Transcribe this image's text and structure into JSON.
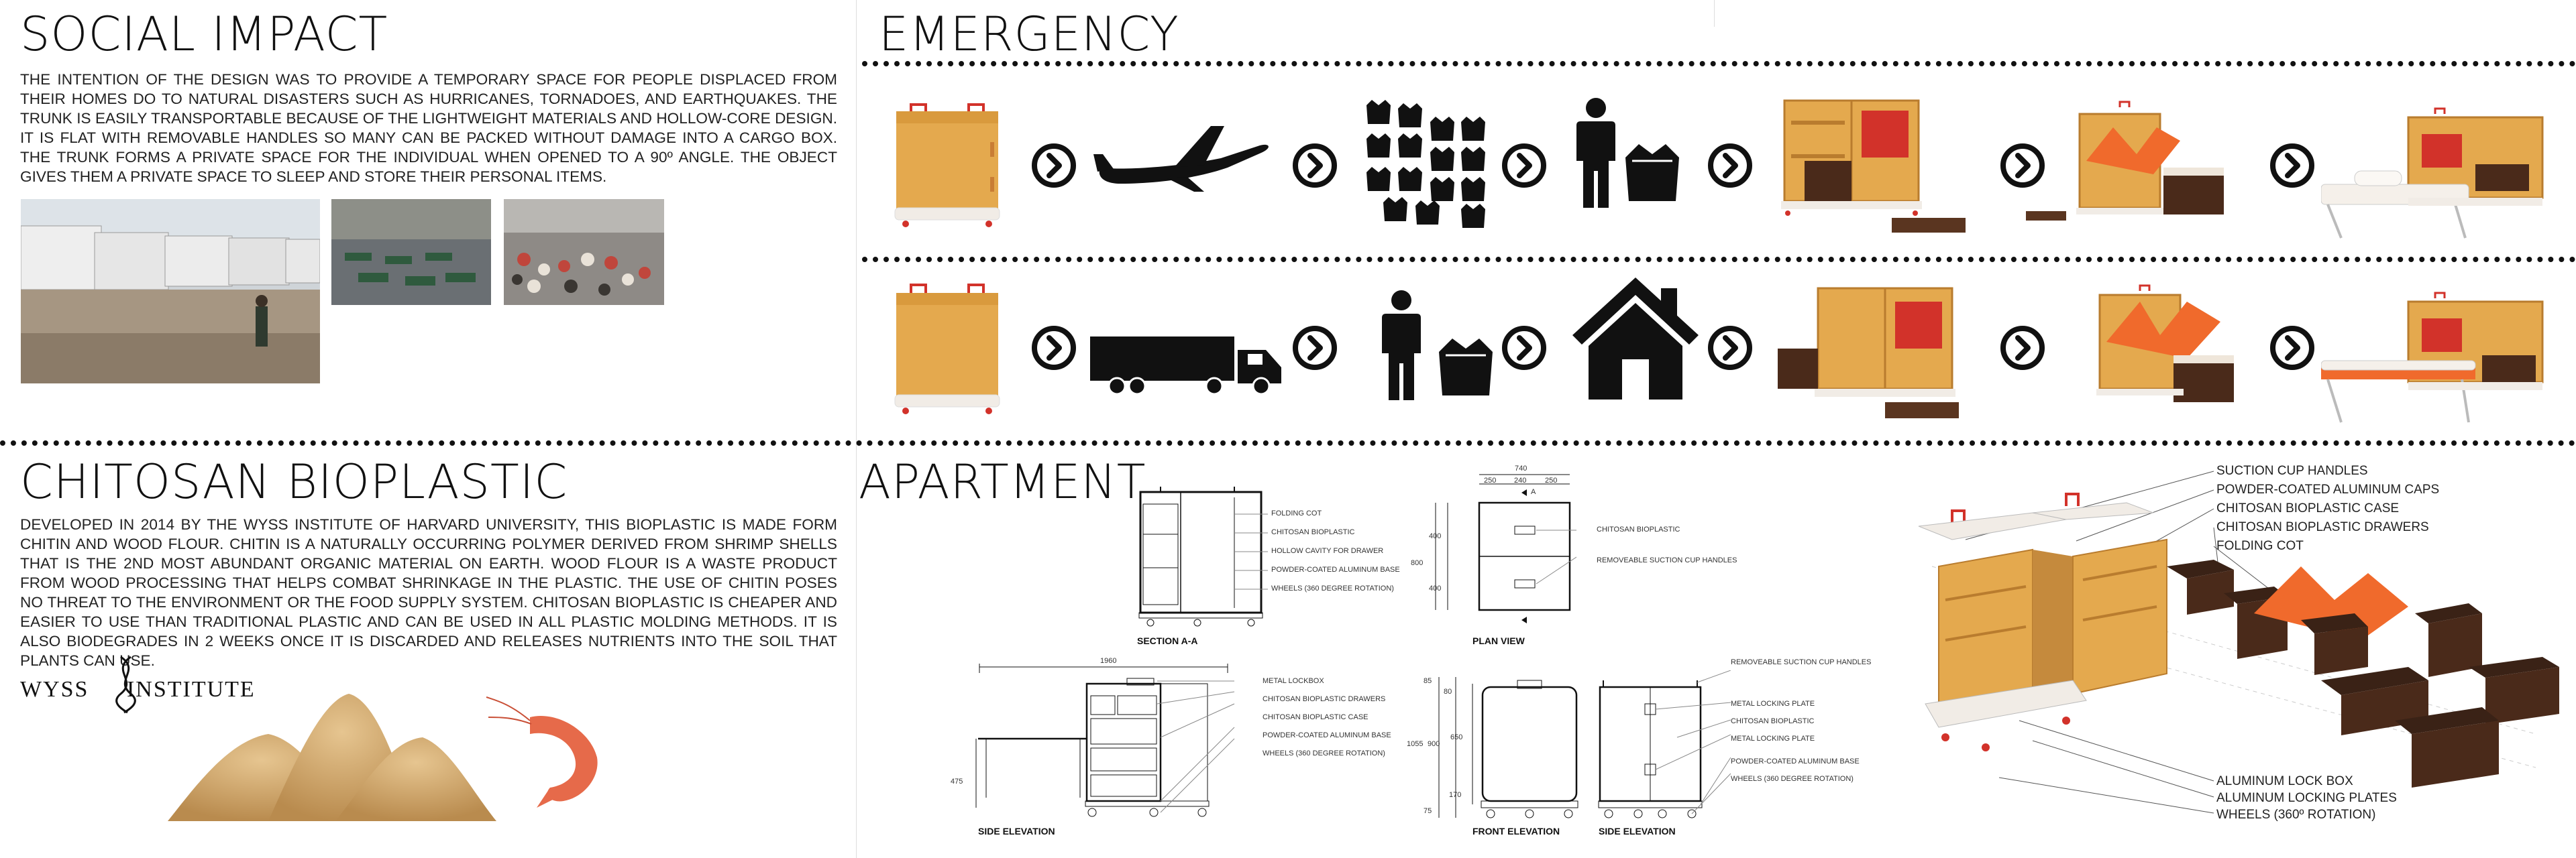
{
  "social_impact": {
    "heading": "SOCIAL IMPACT",
    "body": "THE INTENTION OF THE DESIGN WAS TO PROVIDE A TEMPORARY SPACE FOR PEOPLE DISPLACED FROM THEIR HOMES DO TO NATURAL DISASTERS SUCH AS HURRICANES, TORNADOES, AND EARTHQUAKES. THE TRUNK IS EASILY TRANSPORTABLE BECAUSE OF THE LIGHTWEIGHT MATERIALS AND HOLLOW-CORE DESIGN. IT IS FLAT WITH REMOVABLE HANDLES SO MANY CAN BE PACKED WITHOUT DAMAGE INTO A CARGO BOX. THE TRUNK FORMS A PRIVATE SPACE FOR THE INDIVIDUAL WHEN OPENED TO A 90º ANGLE. THE OBJECT GIVES THEM A PRIVATE SPACE TO SLEEP AND STORE THEIR PERSONAL ITEMS."
  },
  "emergency": {
    "heading": "EMERGENCY"
  },
  "chitosan": {
    "heading": "CHITOSAN BIOPLASTIC",
    "body": "DEVELOPED IN 2014 BY THE WYSS INSTITUTE OF HARVARD UNIVERSITY, THIS BIOPLASTIC IS MADE FORM CHITIN AND WOOD FLOUR. CHITIN IS A NATURALLY OCCURRING POLYMER DERIVED FROM SHRIMP SHELLS THAT IS THE 2ND MOST ABUNDANT ORGANIC MATERIAL ON EARTH. WOOD FLOUR IS A WASTE PRODUCT FROM WOOD PROCESSING THAT HELPS COMBAT SHRINKAGE IN THE PLASTIC. THE USE OF CHITIN POSES NO THREAT TO THE ENVIRONMENT OR THE FOOD SUPPLY SYSTEM. CHITOSAN BIOPLASTIC IS CHEAPER AND EASIER TO USE THAN TRADITIONAL PLASTIC AND CAN BE USED IN ALL PLASTIC MOLDING METHODS. IT IS ALSO BIODEGRADES IN 2 WEEKS ONCE IT IS DISCARDED AND RELEASES NUTRIENTS INTO THE SOIL THAT PLANTS CAN USE.",
    "logo_text": "WYSS INSTITUTE"
  },
  "apartment": {
    "heading": "APARTMENT",
    "section_callouts": [
      "FOLDING COT",
      "CHITOSAN BIOPLASTIC",
      "HOLLOW CAVITY FOR DRAWER",
      "POWDER-COATED ALUMINUM BASE",
      "WHEELS (360 DEGREE ROTATION)"
    ],
    "plan_callouts": [
      "CHITOSAN BIOPLASTIC",
      "REMOVEABLE SUCTION CUP HANDLES"
    ],
    "side_callouts": [
      "METAL LOCKBOX",
      "CHITOSAN BIOPLASTIC DRAWERS",
      "CHITOSAN BIOPLASTIC CASE",
      "POWDER-COATED ALUMINUM BASE",
      "WHEELS (360 DEGREE ROTATION)"
    ],
    "front_callouts": [
      "REMOVEABLE SUCTION CUP HANDLES",
      "METAL LOCKING PLATE",
      "CHITOSAN BIOPLASTIC",
      "METAL LOCKING PLATE",
      "POWDER-COATED ALUMINUM BASE",
      "WHEELS (360 DEGREE ROTATION)"
    ],
    "exploded_callouts": [
      "SUCTION CUP HANDLES",
      "POWDER-COATED ALUMINUM CAPS",
      "CHITOSAN BIOPLASTIC CASE",
      "CHITOSAN BIOPLASTIC DRAWERS",
      "FOLDING COT",
      "ALUMINUM LOCK BOX",
      "ALUMINUM LOCKING PLATES",
      "WHEELS (360º ROTATION)"
    ],
    "labels": {
      "section": "SECTION A-A",
      "plan": "PLAN VIEW",
      "side": "SIDE ELEVATION",
      "front": "FRONT ELEVATION",
      "side2": "SIDE ELEVATION",
      "section_marker": "A"
    },
    "dims": {
      "plan_total": "740",
      "plan_a": "250",
      "plan_b": "240",
      "plan_c": "250",
      "plan_h1": "400",
      "plan_h2": "400",
      "plan_total_h": "800",
      "side_w": "1960",
      "side_h": "475",
      "front_total": "1055",
      "front_a": "900",
      "front_b": "650",
      "front_c": "170",
      "front_d": "75",
      "front_e": "85",
      "front_f": "80"
    }
  },
  "colors": {
    "trunk": "#e4a94e",
    "trunk_dark": "#b97c2e",
    "base": "#f1ece6",
    "red": "#d2322a",
    "drawer": "#4a2a1a",
    "cot": "#f06a2c",
    "ink": "#111111"
  },
  "icons": [
    "plane-icon",
    "boxes-icon",
    "person-icon",
    "box-icon",
    "truck-icon",
    "house-icon",
    "arrow-circle-icon"
  ]
}
